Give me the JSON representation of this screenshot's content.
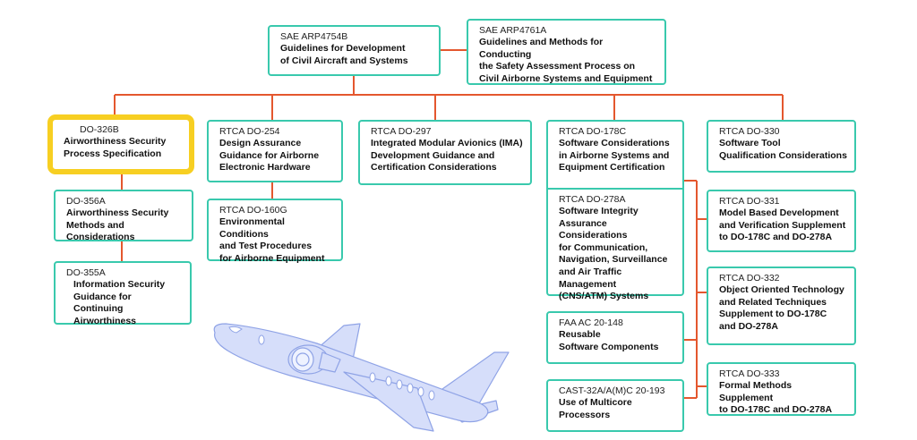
{
  "diagram": {
    "top": [
      {
        "id": "arp4754b",
        "code": "SAE ARP4754B",
        "title": "Guidelines for Development\nof Civil Aircraft and Systems"
      },
      {
        "id": "arp4761a",
        "code": "SAE ARP4761A",
        "title": "Guidelines and Methods for Conducting\nthe Safety Assessment Process on\nCivil Airborne Systems and Equipment"
      }
    ],
    "col1": [
      {
        "id": "do326b",
        "code": "DO-326B",
        "title": "Airworthiness Security\nProcess Specification",
        "highlighted": true,
        "highlight_color": "#f7cf22"
      },
      {
        "id": "do356a",
        "code": "DO-356A",
        "title": "Airworthiness Security\nMethods and Considerations"
      },
      {
        "id": "do355a",
        "code": "DO-355A",
        "title": "Information Security\nGuidance for Continuing\nAirworthiness"
      }
    ],
    "col2": [
      {
        "id": "do254",
        "code": "RTCA DO-254",
        "title": "Design Assurance\nGuidance for Airborne\nElectronic Hardware"
      },
      {
        "id": "do160g",
        "code": "RTCA DO-160G",
        "title": "Environmental Conditions\nand Test Procedures\nfor Airborne Equipment"
      }
    ],
    "col3": [
      {
        "id": "do297",
        "code": "RTCA DO-297",
        "title": "Integrated Modular Avionics (IMA)\nDevelopment Guidance and\nCertification Considerations"
      }
    ],
    "col4": [
      {
        "id": "do178c",
        "code": "RTCA DO-178C",
        "title": "Software Considerations\nin Airborne Systems and\nEquipment Certification"
      },
      {
        "id": "do278a",
        "code": "RTCA DO-278A",
        "title": "Software Integrity\nAssurance Considerations\nfor Communication,\nNavigation, Surveillance\nand Air Traffic Management\n(CNS/ATM) Systems"
      },
      {
        "id": "ac20148",
        "code": "FAA AC 20-148",
        "title": "Reusable\nSoftware Components"
      },
      {
        "id": "cast32a",
        "code": "CAST-32A/A(M)C 20-193",
        "title": "Use of Multicore\nProcessors"
      }
    ],
    "col5": [
      {
        "id": "do330",
        "code": "RTCA DO-330",
        "title": "Software Tool\nQualification Considerations"
      },
      {
        "id": "do331",
        "code": "RTCA DO-331",
        "title": "Model Based Development\nand Verification Supplement\nto DO-178C and DO-278A"
      },
      {
        "id": "do332",
        "code": "RTCA DO-332",
        "title": "Object Oriented Technology\nand Related Techniques\nSupplement to DO-178C\nand DO-278A"
      },
      {
        "id": "do333",
        "code": "RTCA DO-333",
        "title": "Formal Methods Supplement\nto DO-178C and DO-278A"
      }
    ]
  },
  "colors": {
    "box_border": "#39c9ad",
    "connector": "#e4572e",
    "highlight": "#f7cf22",
    "plane": "#c9d4f5"
  },
  "illustration": {
    "icon": "airplane-icon"
  }
}
